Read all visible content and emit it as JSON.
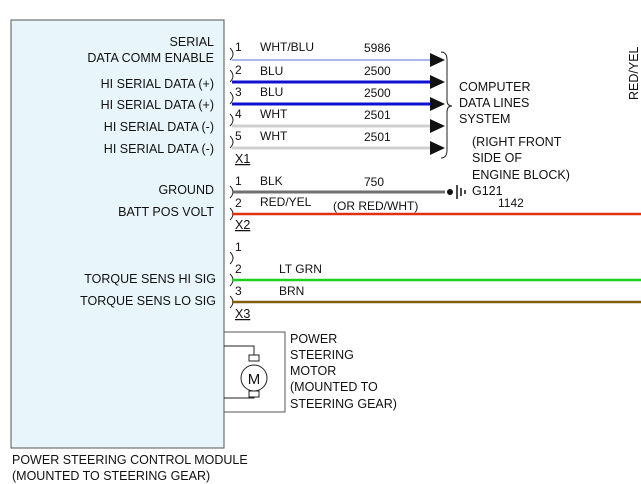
{
  "module": {
    "name_line1": "POWER STEERING CONTROL MODULE",
    "name_line2": "(MOUNTED TO STEERING GEAR)",
    "fill_color": "#e8f6fb"
  },
  "pins": [
    {
      "label1": "SERIAL",
      "label2": "DATA COMM ENABLE"
    },
    {
      "label": "HI SERIAL DATA (+)"
    },
    {
      "label": "HI SERIAL DATA (+)"
    },
    {
      "label": "HI SERIAL DATA (-)"
    },
    {
      "label": "HI SERIAL DATA (-)"
    },
    {
      "label": "GROUND"
    },
    {
      "label": "BATT POS VOLT"
    },
    {
      "label": "TORQUE SENS HI SIG"
    },
    {
      "label": "TORQUE SENS LO SIG"
    }
  ],
  "connectors": {
    "x1": {
      "name": "X1",
      "pins": [
        "1",
        "2",
        "3",
        "4",
        "5"
      ],
      "wires": [
        {
          "color": "WHT/BLU",
          "circuit": "5986",
          "hex": "#aab8ee"
        },
        {
          "color": "BLU",
          "circuit": "2500",
          "hex": "#1010d0"
        },
        {
          "color": "BLU",
          "circuit": "2500",
          "hex": "#1010d0"
        },
        {
          "color": "WHT",
          "circuit": "2501",
          "hex": "#d0d0d0"
        },
        {
          "color": "WHT",
          "circuit": "2501",
          "hex": "#d0d0d0"
        }
      ]
    },
    "x2": {
      "name": "X2",
      "pins": [
        "1",
        "2"
      ],
      "wires": [
        {
          "color": "BLK",
          "circuit": "750",
          "hex": "#707070"
        },
        {
          "color": "RED/YEL",
          "circuit": "1142",
          "alt": "(OR RED/WHT)",
          "hex": "#e03010"
        }
      ]
    },
    "x3": {
      "name": "X3",
      "pins": [
        "1",
        "2",
        "3"
      ],
      "wires": [
        {
          "color": "LT GRN",
          "hex": "#20d020"
        },
        {
          "color": "BRN",
          "hex": "#806010"
        }
      ]
    }
  },
  "computer_data": {
    "line1": "COMPUTER",
    "line2": "DATA LINES",
    "line3": "SYSTEM"
  },
  "ground": {
    "loc1": "(RIGHT FRONT",
    "loc2": "SIDE OF",
    "loc3": "ENGINE BLOCK)",
    "name": "G121"
  },
  "motor": {
    "symbol": "M",
    "line1": "POWER",
    "line2": "STEERING",
    "line3": "MOTOR",
    "line4": "(MOUNTED TO",
    "line5": "STEERING GEAR)"
  },
  "edge_label": "RED/YEL"
}
